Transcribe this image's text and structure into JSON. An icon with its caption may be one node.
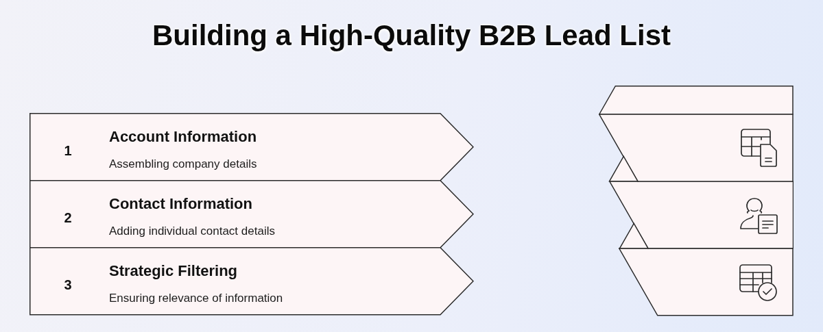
{
  "diagram": {
    "title": "Building a High-Quality B2B Lead List",
    "nodes": [
      {
        "text": [
          "1",
          "Account Information",
          "Assembling company details"
        ]
      },
      {
        "text": [
          "2",
          "Contact Information",
          "Adding individual contact details"
        ]
      },
      {
        "text": [
          "3",
          "Strategic Filtering",
          "Ensuring relevance of information"
        ]
      },
      {
        "text": [],
        "shape": "band"
      },
      {
        "text": [],
        "shape": "band"
      },
      {
        "text": [],
        "shape": "band"
      }
    ]
  }
}
